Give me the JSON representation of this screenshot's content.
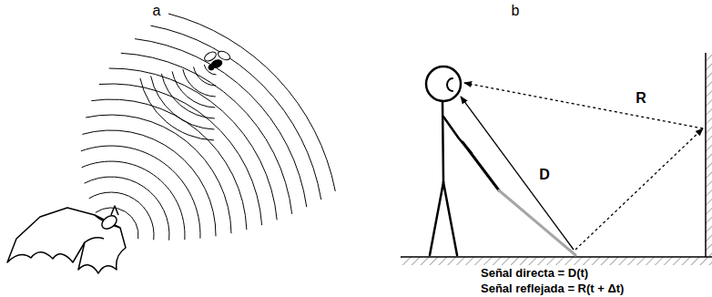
{
  "diagram": {
    "labels": [
      "a",
      "b",
      "D",
      "R",
      "Señal directa = D(t)",
      "Señal reflejada = R(t + Δt)"
    ]
  }
}
